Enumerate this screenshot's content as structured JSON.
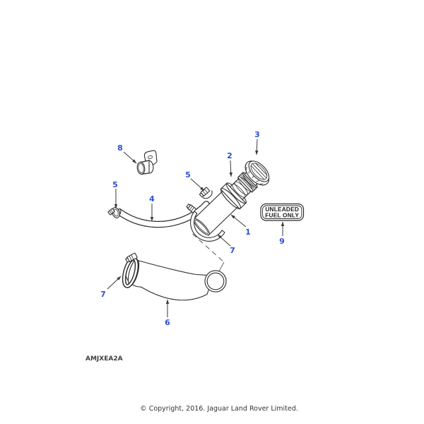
{
  "diagram": {
    "part_code": "AMJXEA2A",
    "copyright": "© Copyright, 2016. Jaguar Land Rover Limited.",
    "fuel_label": {
      "line1": "UNLEADED",
      "line2": "FUEL ONLY"
    },
    "colors": {
      "callout_blue": "#2b50d0",
      "line_dark": "#2d2d2d"
    },
    "callouts": [
      {
        "id": "callout-8",
        "label": "8"
      },
      {
        "id": "callout-5-left",
        "label": "5"
      },
      {
        "id": "callout-4",
        "label": "4"
      },
      {
        "id": "callout-5-right",
        "label": "5"
      },
      {
        "id": "callout-2",
        "label": "2"
      },
      {
        "id": "callout-3",
        "label": "3"
      },
      {
        "id": "callout-1",
        "label": "1"
      },
      {
        "id": "callout-7-mid",
        "label": "7"
      },
      {
        "id": "callout-7-left",
        "label": "7"
      },
      {
        "id": "callout-6",
        "label": "6"
      },
      {
        "id": "callout-9",
        "label": "9"
      }
    ]
  }
}
